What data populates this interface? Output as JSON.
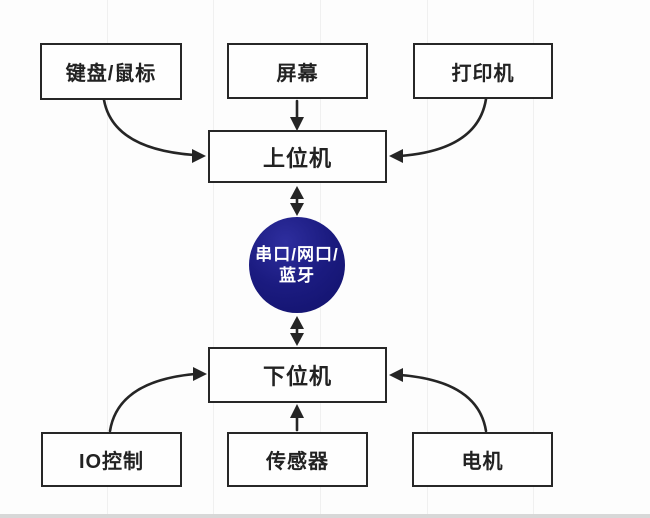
{
  "diagram": {
    "nodes": {
      "keyboard_mouse": {
        "label": "键盘/鼠标"
      },
      "screen": {
        "label": "屏幕"
      },
      "printer": {
        "label": "打印机"
      },
      "host": {
        "label": "上位机"
      },
      "hub": {
        "label_line1": "串口/网口/",
        "label_line2": "蓝牙"
      },
      "slave": {
        "label": "下位机"
      },
      "io_control": {
        "label": "IO控制"
      },
      "sensor": {
        "label": "传感器"
      },
      "motor": {
        "label": "电机"
      }
    },
    "connections": [
      {
        "from": "keyboard_mouse",
        "to": "host",
        "type": "arrow",
        "style": "curved"
      },
      {
        "from": "screen",
        "to": "host",
        "type": "arrow",
        "style": "straight"
      },
      {
        "from": "printer",
        "to": "host",
        "type": "arrow",
        "style": "curved"
      },
      {
        "from": "host",
        "to": "hub",
        "type": "double-arrow",
        "style": "straight"
      },
      {
        "from": "hub",
        "to": "slave",
        "type": "double-arrow",
        "style": "straight"
      },
      {
        "from": "io_control",
        "to": "slave",
        "type": "arrow",
        "style": "curved"
      },
      {
        "from": "sensor",
        "to": "slave",
        "type": "arrow",
        "style": "straight"
      },
      {
        "from": "motor",
        "to": "slave",
        "type": "arrow",
        "style": "curved"
      }
    ],
    "colors": {
      "node_border": "#272727",
      "arrow": "#252525",
      "hub_fill": "#1b1b80",
      "hub_text": "#ffffff",
      "text": "#222222",
      "background": "#fdfdfd",
      "bottom_strip": "#d8d8d8"
    }
  }
}
